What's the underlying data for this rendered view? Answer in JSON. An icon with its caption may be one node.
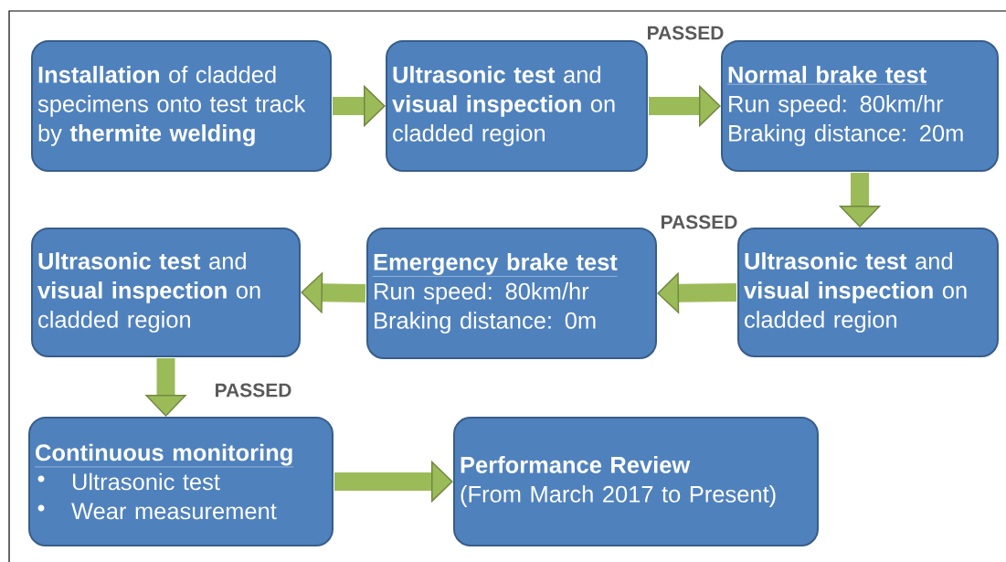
{
  "diagram": {
    "nodes": [
      {
        "text": [
          "**Installation** of cladded specimens onto test track by **thermite welding**"
        ]
      },
      {
        "text": [
          "**Ultrasonic test** and **visual inspection** on cladded region"
        ]
      },
      {
        "text": [
          "Normal brake test",
          "Run speed: 80km/hr",
          "Braking distance: 20m"
        ]
      },
      {
        "text": [
          "**Ultrasonic test** and **visual inspection** on cladded region"
        ]
      },
      {
        "text": [
          "Emergency brake test",
          "Run speed: 80km/hr",
          "Braking distance: 0m"
        ]
      },
      {
        "text": [
          "**Ultrasonic test** and **visual inspection** on cladded region"
        ]
      },
      {
        "text": [
          "Continuous monitoring",
          "Ultrasonic test",
          "Wear measurement"
        ]
      },
      {
        "text": [
          "Performance Review",
          "(From March 2017 to Present)"
        ]
      }
    ],
    "edges": [
      {
        "from": 0,
        "to": 1,
        "arrow": "to"
      },
      {
        "from": 1,
        "to": 2,
        "arrow": "to",
        "label": "PASSED"
      },
      {
        "from": 2,
        "to": 3,
        "arrow": "to"
      },
      {
        "from": 3,
        "to": 4,
        "arrow": "to",
        "label": "PASSED"
      },
      {
        "from": 4,
        "to": 5,
        "arrow": "to"
      },
      {
        "from": 5,
        "to": 6,
        "arrow": "to",
        "label": "PASSED"
      },
      {
        "from": 6,
        "to": 7,
        "arrow": "to"
      }
    ]
  }
}
